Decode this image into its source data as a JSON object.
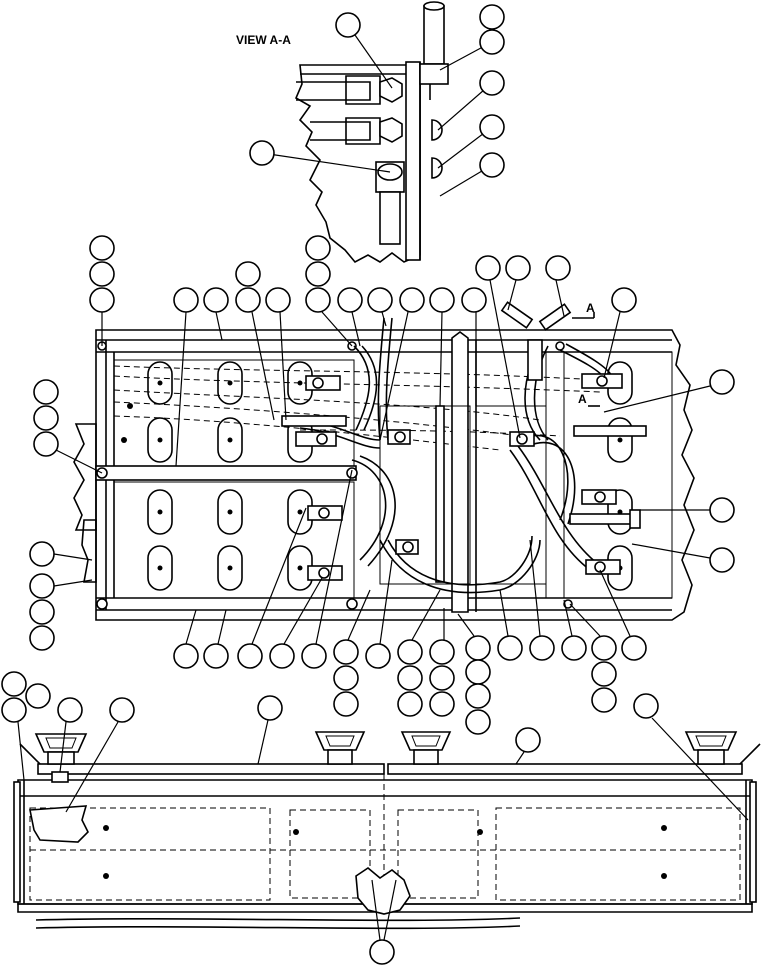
{
  "view_label": "VIEW A-A",
  "section_marks": [
    "A",
    "A"
  ]
}
